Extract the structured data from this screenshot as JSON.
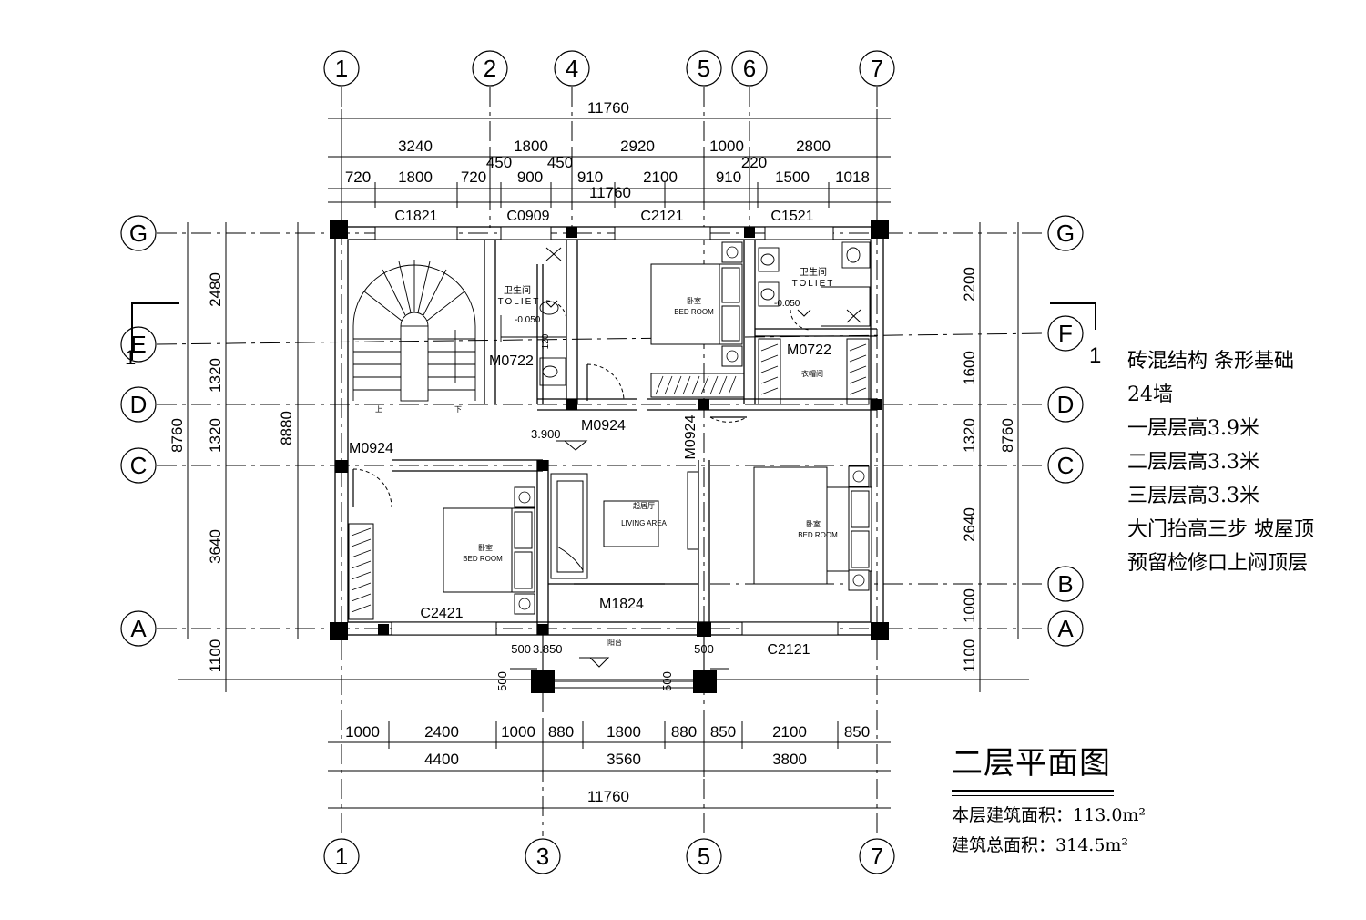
{
  "drawing": {
    "title": "二层平面图",
    "area_floor_label": "本层建筑面积：",
    "area_floor_value": "113.0m²",
    "area_total_label": "建筑总面积：",
    "area_total_value": "314.5m²"
  },
  "notes": [
    "砖混结构 条形基础",
    " 24墙",
    "一层层高3.9米",
    "二层层高3.3米",
    "三层层高3.3米",
    "大门抬高三步  坡屋顶",
    "预留检修口上闷顶层"
  ],
  "axes": {
    "top": [
      "1",
      "2",
      "4",
      "5",
      "6",
      "7"
    ],
    "bottom": [
      "1",
      "3",
      "5",
      "7"
    ],
    "left": [
      "G",
      "E",
      "D",
      "C",
      "A"
    ],
    "right": [
      "G",
      "F",
      "D",
      "C",
      "B",
      "A"
    ],
    "section_mark": "1"
  },
  "dimensions": {
    "top_total": "11760",
    "top_row1": [
      "3240",
      "1800",
      "2920",
      "1000",
      "2800"
    ],
    "top_row2": [
      "720",
      "1800",
      "720",
      "900",
      "910",
      "2100",
      "910",
      "1500",
      "1018"
    ],
    "top_small": [
      "450",
      "450",
      "220"
    ],
    "top_overlap": "11760",
    "bottom_row1": [
      "1000",
      "2400",
      "1000",
      "880",
      "1800",
      "880",
      "850",
      "2100",
      "850"
    ],
    "bottom_row2": [
      "4400",
      "3560",
      "3800"
    ],
    "bottom_total": "11760",
    "left_outer": "8760",
    "left_mid": "8880",
    "left_inner": [
      "2480",
      "1320",
      "1320",
      "3640",
      "1100"
    ],
    "right_outer": "8760",
    "right_inner": [
      "2200",
      "1600",
      "1320",
      "2640",
      "1000",
      "1100"
    ],
    "balcony": [
      "500",
      "500",
      "500",
      "500"
    ]
  },
  "windows": [
    "C1821",
    "C0909",
    "C2121",
    "C1521",
    "C2421",
    "C2121"
  ],
  "doors": [
    "M0722",
    "M0722",
    "M0924",
    "M0924",
    "M0924",
    "M1824"
  ],
  "rooms": {
    "toilet_cn": "卫生间",
    "toilet_en": "TOLIET",
    "bedroom_cn": "卧室",
    "bedroom_en": "BED   ROOM",
    "living_cn": "起居厅",
    "living_en": "LIVING   AREA",
    "closet_cn": "衣帽间",
    "balcony_cn": "阳台",
    "stair_up": "上",
    "stair_down": "下"
  },
  "levels": [
    "-0.050",
    "-0.050",
    "3.900",
    "3.850"
  ]
}
